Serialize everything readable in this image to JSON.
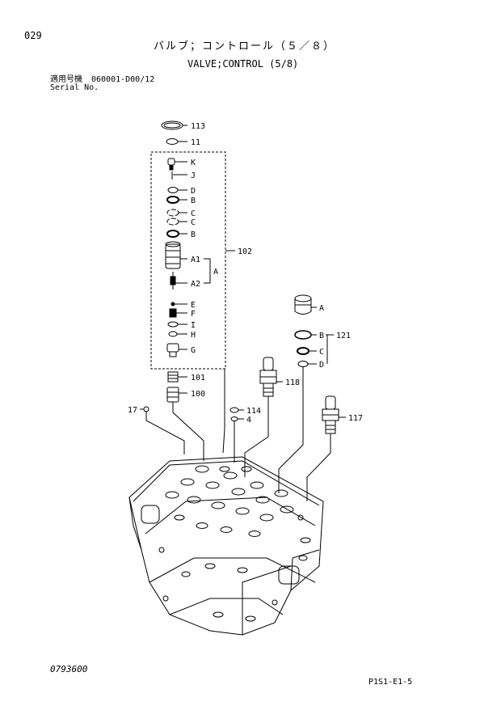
{
  "header": {
    "page_number": "029",
    "title_jp": "バルブ；コントロール（５／８）",
    "title_en": "VALVE;CONTROL (5/8)",
    "serial_label_jp": "適用号機",
    "serial_value": "060001-D00/12",
    "serial_label_en": "Serial No."
  },
  "callouts": {
    "c113": "113",
    "c11": "11",
    "cK": "K",
    "cJ": "J",
    "cD1": "D",
    "cB1": "B",
    "cC1": "C",
    "cC2": "C",
    "cB2": "B",
    "cA1": "A1",
    "cA": "A",
    "cA2": "A2",
    "cE": "E",
    "cF": "F",
    "cI": "I",
    "cH": "H",
    "cG": "G",
    "c102": "102",
    "c101": "101",
    "c100": "100",
    "c17": "17",
    "c114": "114",
    "c4": "4",
    "c118": "118",
    "c117": "117",
    "cA121": "A",
    "cB121": "B",
    "c121": "121",
    "cC121": "C",
    "cD121": "D"
  },
  "footer": {
    "drawing_number": "0793600",
    "page_code": "P1S1-E1-5"
  }
}
